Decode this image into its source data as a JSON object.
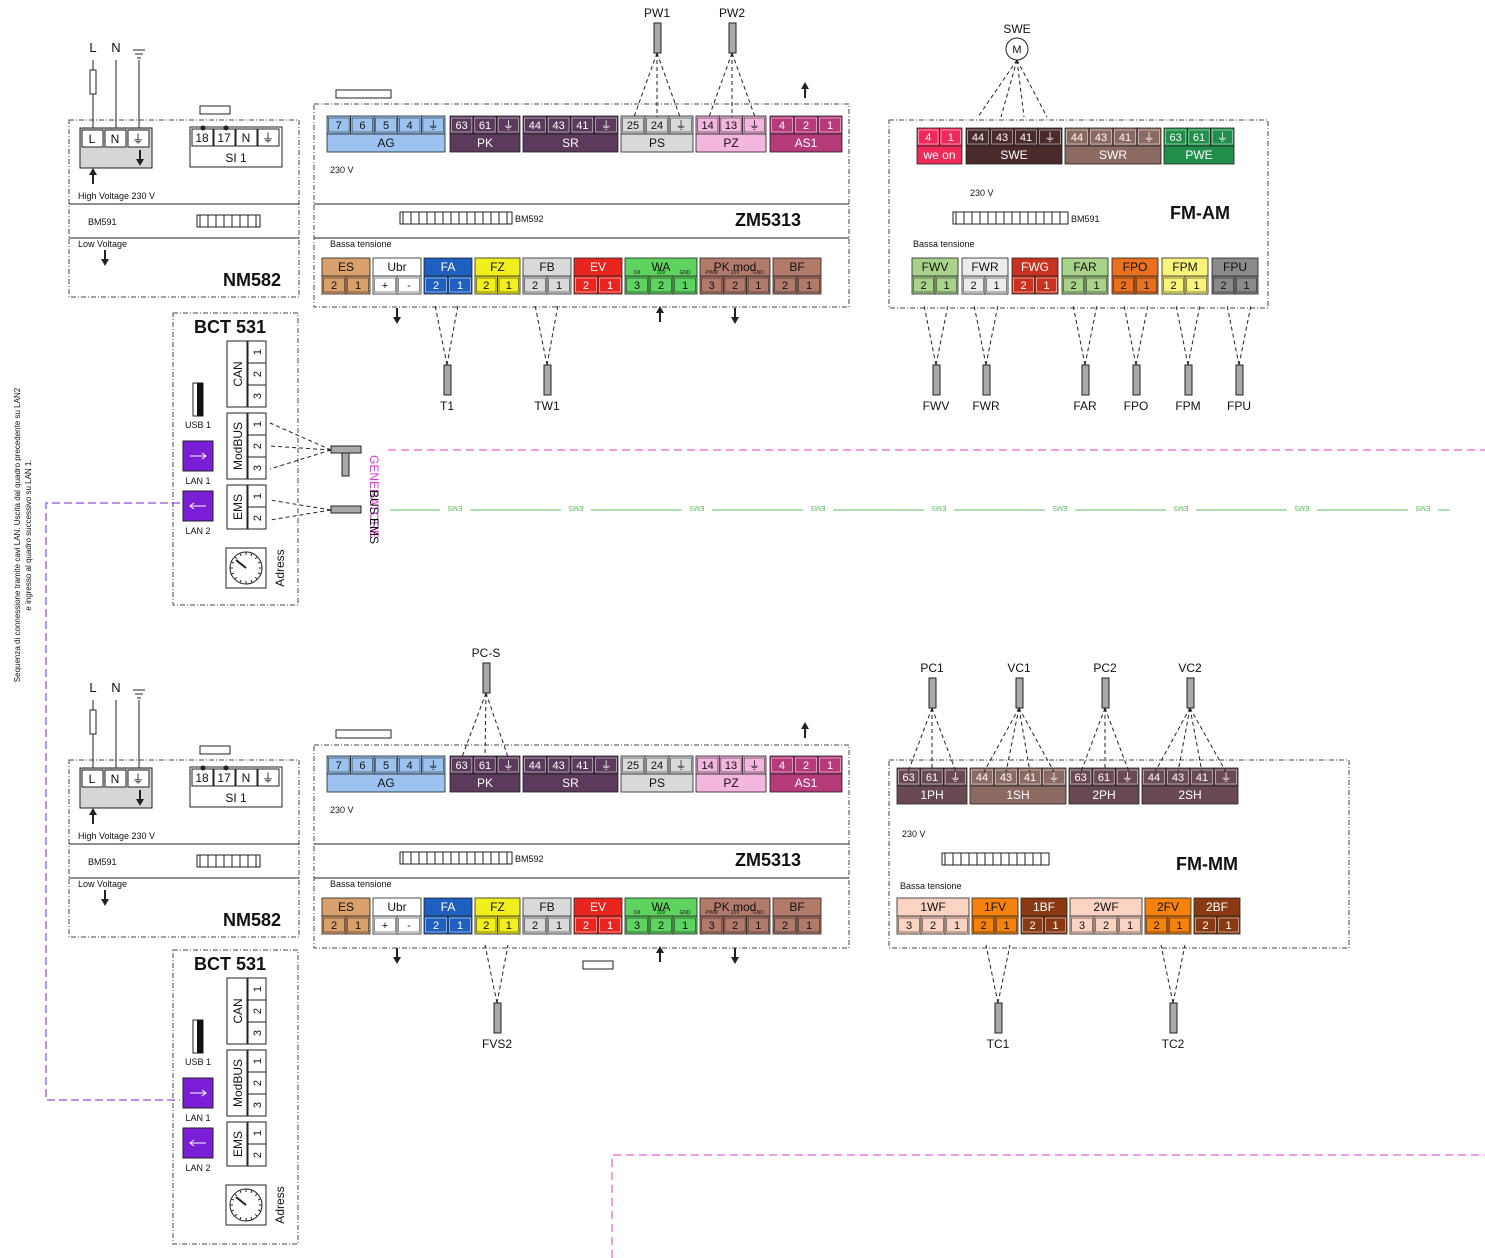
{
  "labels": {
    "L": "L",
    "N": "N",
    "high_voltage": "High Voltage 230 V",
    "low_voltage": "Low Voltage",
    "bm591": "BM591",
    "bm592": "BM592",
    "v230": "230 V",
    "bassa": "Bassa tensione",
    "nm582": "NM582",
    "zm5313": "ZM5313",
    "fm_am": "FM-AM",
    "fm_mm": "FM-MM",
    "bct": "BCT 531",
    "si1": "SI 1",
    "usb1": "USB 1",
    "lan1": "LAN 1",
    "lan2": "LAN 2",
    "can": "CAN",
    "modbus": "ModBUS",
    "ems": "EMS",
    "adress": "Adress",
    "generatore": "GENERATORE",
    "bus_ems": "BUS EMS",
    "ems_line": "EMS",
    "side_note_1": "Sequenza di connessione tramite cavi LAN. Uscita dal quadro precedente su LAN2",
    "side_note_2": "e ingresso al quadro successivo su LAN 1."
  },
  "sensors_top": [
    "PW1",
    "PW2",
    "SWE",
    "M",
    "T1",
    "TW1",
    "FWV",
    "FWR",
    "FAR",
    "FPO",
    "FPM",
    "FPU"
  ],
  "sensors_bottom": [
    "PC-S",
    "PC1",
    "VC1",
    "PC2",
    "VC2",
    "FVS2",
    "TC1",
    "TC2"
  ],
  "terminal_groups": {
    "AG": {
      "label": "AG",
      "pins": [
        "7",
        "6",
        "5",
        "4",
        "⏚"
      ],
      "color": "#9cc3ef"
    },
    "PK": {
      "label": "PK",
      "pins": [
        "63",
        "61",
        "⏚"
      ],
      "color": "#5b3a5b"
    },
    "SR": {
      "label": "SR",
      "pins": [
        "44",
        "43",
        "41",
        "⏚"
      ],
      "color": "#5b3a5b"
    },
    "PS": {
      "label": "PS",
      "pins": [
        "25",
        "24",
        "⏚"
      ],
      "color": "#d9d9d9"
    },
    "PZ": {
      "label": "PZ",
      "pins": [
        "14",
        "13",
        "⏚"
      ],
      "color": "#f3b6dc"
    },
    "AS1": {
      "label": "AS1",
      "pins": [
        "4",
        "2",
        "1"
      ],
      "color": "#b53a7a"
    },
    "ES": {
      "label": "ES",
      "pins": [
        "2",
        "1"
      ],
      "color": "#d9a06b"
    },
    "Ubr": {
      "label": "Ubr",
      "pins": [
        "+",
        "-"
      ],
      "color": "#ffffff"
    },
    "FA": {
      "label": "FA",
      "pins": [
        "2",
        "1"
      ],
      "color": "#1f5fbf"
    },
    "FZ": {
      "label": "FZ",
      "pins": [
        "2",
        "1"
      ],
      "color": "#f2ef1f"
    },
    "FB": {
      "label": "FB",
      "pins": [
        "2",
        "1"
      ],
      "color": "#d9d9d9"
    },
    "EV": {
      "label": "EV",
      "pins": [
        "2",
        "1"
      ],
      "color": "#e8261f"
    },
    "WA": {
      "label": "WA",
      "pins": [
        "3",
        "2",
        "1"
      ],
      "sub": [
        "O/I",
        "10V",
        "GND"
      ],
      "color": "#5fd35f"
    },
    "PKmod": {
      "label": "PK mod",
      "pins": [
        "3",
        "2",
        "1"
      ],
      "sub": [
        "PWM",
        "10V",
        "GND"
      ],
      "color": "#b27a6a"
    },
    "BF": {
      "label": "BF",
      "pins": [
        "2",
        "1"
      ],
      "color": "#b27a6a"
    },
    "NM_LN": {
      "pins": [
        "L",
        "N",
        "⏚"
      ]
    },
    "SI1": {
      "label": "SI 1",
      "pins": [
        "18",
        "17",
        "N",
        "⏚"
      ]
    },
    "weon": {
      "label": "we on",
      "pins": [
        "4",
        "1"
      ],
      "color": "#ee2a5a"
    },
    "SWE": {
      "label": "SWE",
      "pins": [
        "44",
        "43",
        "41",
        "⏚"
      ],
      "color": "#4a2a2a"
    },
    "SWR": {
      "label": "SWR",
      "pins": [
        "44",
        "43",
        "41",
        "⏚"
      ],
      "color": "#8a6a62"
    },
    "PWE": {
      "label": "PWE",
      "pins": [
        "63",
        "61",
        "⏚"
      ],
      "color": "#1f8f4a"
    },
    "FWV": {
      "label": "FWV",
      "pins": [
        "2",
        "1"
      ],
      "color": "#a9d38a"
    },
    "FWR": {
      "label": "FWR",
      "pins": [
        "2",
        "1"
      ],
      "color": "#ececec"
    },
    "FWG": {
      "label": "FWG",
      "pins": [
        "2",
        "1"
      ],
      "color": "#c8321e"
    },
    "FAR": {
      "label": "FAR",
      "pins": [
        "2",
        "1"
      ],
      "color": "#a9d38a"
    },
    "FPO": {
      "label": "FPO",
      "pins": [
        "2",
        "1"
      ],
      "color": "#e8701e"
    },
    "FPM": {
      "label": "FPM",
      "pins": [
        "2",
        "1"
      ],
      "color": "#fbf47a"
    },
    "FPU": {
      "label": "FPU",
      "pins": [
        "2",
        "1"
      ],
      "color": "#8a8a8a"
    },
    "1PH": {
      "label": "1PH",
      "pins": [
        "63",
        "61",
        "⏚"
      ],
      "color": "#6a4a52"
    },
    "1SH": {
      "label": "1SH",
      "pins": [
        "44",
        "43",
        "41",
        "⏚"
      ],
      "color": "#8a6a62"
    },
    "2PH": {
      "label": "2PH",
      "pins": [
        "63",
        "61",
        "⏚"
      ],
      "color": "#6a4a52"
    },
    "2SH": {
      "label": "2SH",
      "pins": [
        "44",
        "43",
        "41",
        "⏚"
      ],
      "color": "#6a4a52"
    },
    "1WF": {
      "label": "1WF",
      "pins": [
        "3",
        "2",
        "1"
      ],
      "color": "#fbd3c3"
    },
    "1FV": {
      "label": "1FV",
      "pins": [
        "2",
        "1"
      ],
      "color": "#f5820f"
    },
    "1BF": {
      "label": "1BF",
      "pins": [
        "2",
        "1"
      ],
      "color": "#8a3a12"
    },
    "2WF": {
      "label": "2WF",
      "pins": [
        "3",
        "2",
        "1"
      ],
      "color": "#fbd3c3"
    },
    "2FV": {
      "label": "2FV",
      "pins": [
        "2",
        "1"
      ],
      "color": "#f5820f"
    },
    "2BF": {
      "label": "2BF",
      "pins": [
        "2",
        "1"
      ],
      "color": "#8a3a12"
    },
    "CAN": {
      "pins": [
        "1",
        "2",
        "3"
      ]
    },
    "MODBUS": {
      "pins": [
        "1",
        "2",
        "3"
      ]
    },
    "EMSB": {
      "pins": [
        "1",
        "2"
      ]
    }
  },
  "colors": {
    "lan": "#7a1fd6",
    "generatore": "#e23bd2",
    "ems_bus": "#5fbf5f"
  }
}
